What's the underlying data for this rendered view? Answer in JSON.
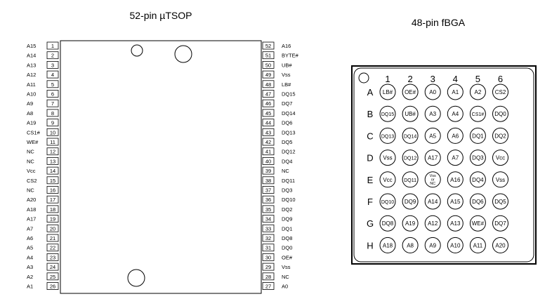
{
  "tsop": {
    "title": "52-pin µTSOP",
    "left_pins": [
      {
        "num": "1",
        "label": "A15"
      },
      {
        "num": "2",
        "label": "A14"
      },
      {
        "num": "3",
        "label": "A13"
      },
      {
        "num": "4",
        "label": "A12"
      },
      {
        "num": "5",
        "label": "A11"
      },
      {
        "num": "6",
        "label": "A10"
      },
      {
        "num": "7",
        "label": "A9"
      },
      {
        "num": "8",
        "label": "A8"
      },
      {
        "num": "9",
        "label": "A19"
      },
      {
        "num": "10",
        "label": "CS1#"
      },
      {
        "num": "11",
        "label": "WE#"
      },
      {
        "num": "12",
        "label": "NC"
      },
      {
        "num": "13",
        "label": "NC"
      },
      {
        "num": "14",
        "label": "Vcc"
      },
      {
        "num": "15",
        "label": "CS2"
      },
      {
        "num": "16",
        "label": "NC"
      },
      {
        "num": "17",
        "label": "A20"
      },
      {
        "num": "18",
        "label": "A18"
      },
      {
        "num": "19",
        "label": "A17"
      },
      {
        "num": "20",
        "label": "A7"
      },
      {
        "num": "21",
        "label": "A6"
      },
      {
        "num": "22",
        "label": "A5"
      },
      {
        "num": "23",
        "label": "A4"
      },
      {
        "num": "24",
        "label": "A3"
      },
      {
        "num": "25",
        "label": "A2"
      },
      {
        "num": "26",
        "label": "A1"
      }
    ],
    "right_pins": [
      {
        "num": "52",
        "label": "A16"
      },
      {
        "num": "51",
        "label": "BYTE#"
      },
      {
        "num": "50",
        "label": "UB#"
      },
      {
        "num": "49",
        "label": "Vss"
      },
      {
        "num": "48",
        "label": "LB#"
      },
      {
        "num": "47",
        "label": "DQ15"
      },
      {
        "num": "46",
        "label": "DQ7"
      },
      {
        "num": "45",
        "label": "DQ14"
      },
      {
        "num": "44",
        "label": "DQ6"
      },
      {
        "num": "43",
        "label": "DQ13"
      },
      {
        "num": "42",
        "label": "DQ5"
      },
      {
        "num": "41",
        "label": "DQ12"
      },
      {
        "num": "40",
        "label": "DQ4"
      },
      {
        "num": "39",
        "label": "NC"
      },
      {
        "num": "38",
        "label": "DQ11"
      },
      {
        "num": "37",
        "label": "DQ3"
      },
      {
        "num": "36",
        "label": "DQ10"
      },
      {
        "num": "35",
        "label": "DQ2"
      },
      {
        "num": "34",
        "label": "DQ9"
      },
      {
        "num": "33",
        "label": "DQ1"
      },
      {
        "num": "32",
        "label": "DQ8"
      },
      {
        "num": "31",
        "label": "DQ0"
      },
      {
        "num": "30",
        "label": "OE#"
      },
      {
        "num": "29",
        "label": "Vss"
      },
      {
        "num": "28",
        "label": "NC"
      },
      {
        "num": "27",
        "label": "A0"
      }
    ]
  },
  "fbga": {
    "title": "48-pin fBGA",
    "columns": [
      "1",
      "2",
      "3",
      "4",
      "5",
      "6"
    ],
    "rows": [
      {
        "label": "A",
        "balls": [
          "LB#",
          "OE#",
          "A0",
          "A1",
          "A2",
          "CS2"
        ]
      },
      {
        "label": "B",
        "balls": [
          "DQ15",
          "UB#",
          "A3",
          "A4",
          "CS1#",
          "DQ0"
        ]
      },
      {
        "label": "C",
        "balls": [
          "DQ13",
          "DQ14",
          "A5",
          "A6",
          "DQ1",
          "DQ2"
        ]
      },
      {
        "label": "D",
        "balls": [
          "Vss",
          "DQ12",
          "A17",
          "A7",
          "DQ3",
          "Vcc"
        ]
      },
      {
        "label": "E",
        "balls": [
          "Vcc",
          "DQ11",
          "Vss or NC",
          "A16",
          "DQ4",
          "Vss"
        ]
      },
      {
        "label": "F",
        "balls": [
          "DQ10",
          "DQ9",
          "A14",
          "A15",
          "DQ6",
          "DQ5"
        ]
      },
      {
        "label": "G",
        "balls": [
          "DQ8",
          "A19",
          "A12",
          "A13",
          "WE#",
          "DQ7"
        ]
      },
      {
        "label": "H",
        "balls": [
          "A18",
          "A8",
          "A9",
          "A10",
          "A11",
          "A20"
        ]
      }
    ]
  }
}
